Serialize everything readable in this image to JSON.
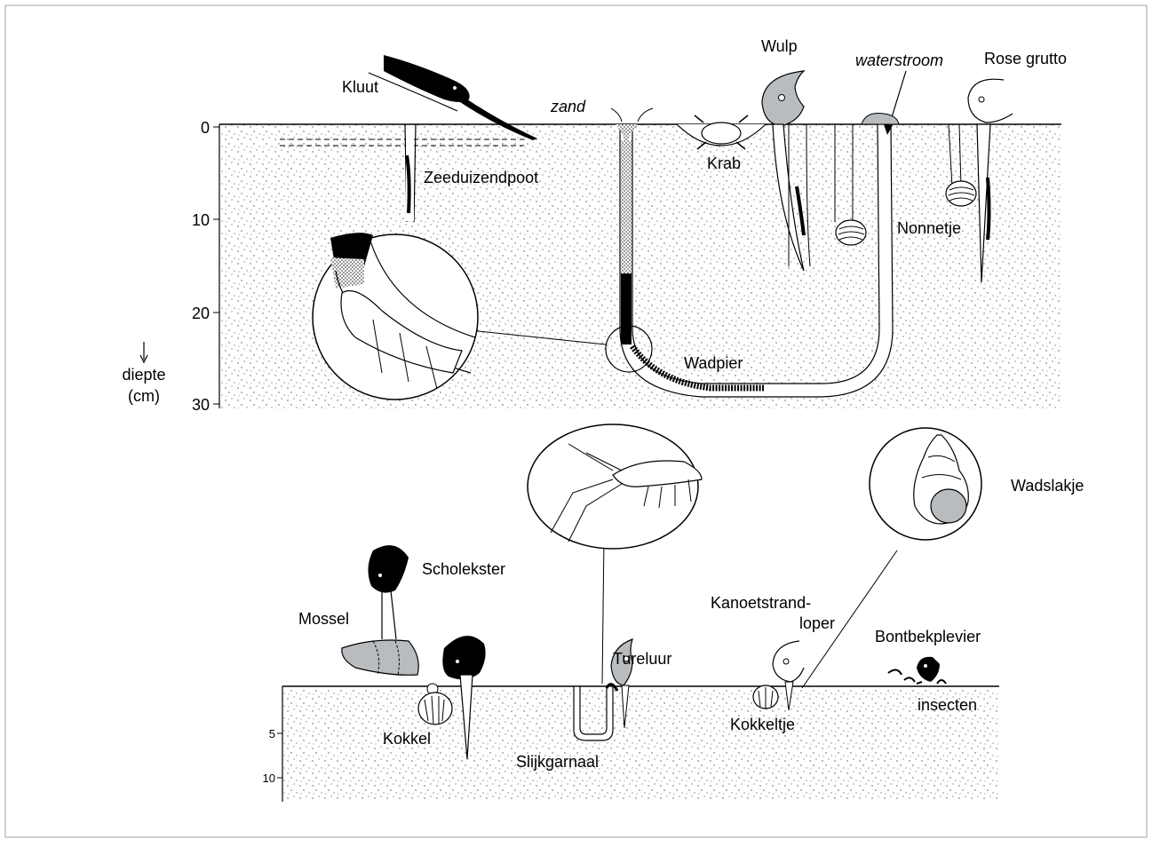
{
  "upper_panel": {
    "axis": {
      "ticks": [
        "0",
        "10",
        "20",
        "30"
      ],
      "label_line1": "diepte",
      "label_line2": "(cm)"
    },
    "labels": {
      "kluut": "Kluut",
      "zand": "zand",
      "zeeduizendpoot": "Zeeduizendpoot",
      "krab": "Krab",
      "wulp": "Wulp",
      "waterstroom": "waterstroom",
      "rose_grutto": "Rose grutto",
      "nonnetje": "Nonnetje",
      "wadpier": "Wadpier"
    }
  },
  "lower_panel": {
    "axis": {
      "ticks": [
        "5",
        "10"
      ]
    },
    "labels": {
      "scholekster": "Scholekster",
      "mossel": "Mossel",
      "kokkel": "Kokkel",
      "slijkgarnaal": "Slijkgarnaal",
      "tureluur": "Tureluur",
      "kanoetstrandloper_1": "Kanoetstrand-",
      "kanoetstrandloper_2": "loper",
      "kokkeltje": "Kokkeltje",
      "wadslakje": "Wadslakje",
      "bontbekplevier": "Bontbekplevier",
      "insecten": "insecten"
    }
  },
  "colors": {
    "shell_gray": "#b9bcbf",
    "ink": "#000000",
    "frame": "#cfcfcf"
  }
}
